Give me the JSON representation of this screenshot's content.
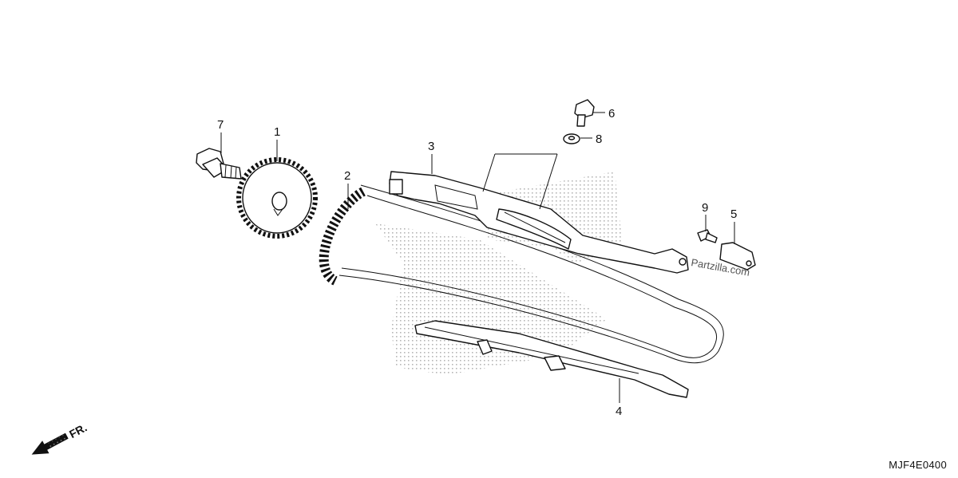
{
  "diagram": {
    "watermark": "Partzilla.com",
    "direction_label": "FR.",
    "diagram_code": "MJF4E0400"
  },
  "callouts": {
    "c1": "1",
    "c2": "2",
    "c3": "3",
    "c4": "4",
    "c5": "5",
    "c6": "6",
    "c7": "7",
    "c8": "8",
    "c9": "9"
  },
  "parts": [
    {
      "ref": "1",
      "icon": "cam-sprocket-icon"
    },
    {
      "ref": "2",
      "icon": "cam-chain-icon"
    },
    {
      "ref": "3",
      "icon": "chain-tensioner-arm-icon"
    },
    {
      "ref": "4",
      "icon": "chain-guide-icon"
    },
    {
      "ref": "5",
      "icon": "tensioner-bracket-icon"
    },
    {
      "ref": "6",
      "icon": "flange-bolt-icon"
    },
    {
      "ref": "7",
      "icon": "flange-bolt-icon"
    },
    {
      "ref": "8",
      "icon": "washer-icon"
    },
    {
      "ref": "9",
      "icon": "small-bolt-icon"
    }
  ]
}
